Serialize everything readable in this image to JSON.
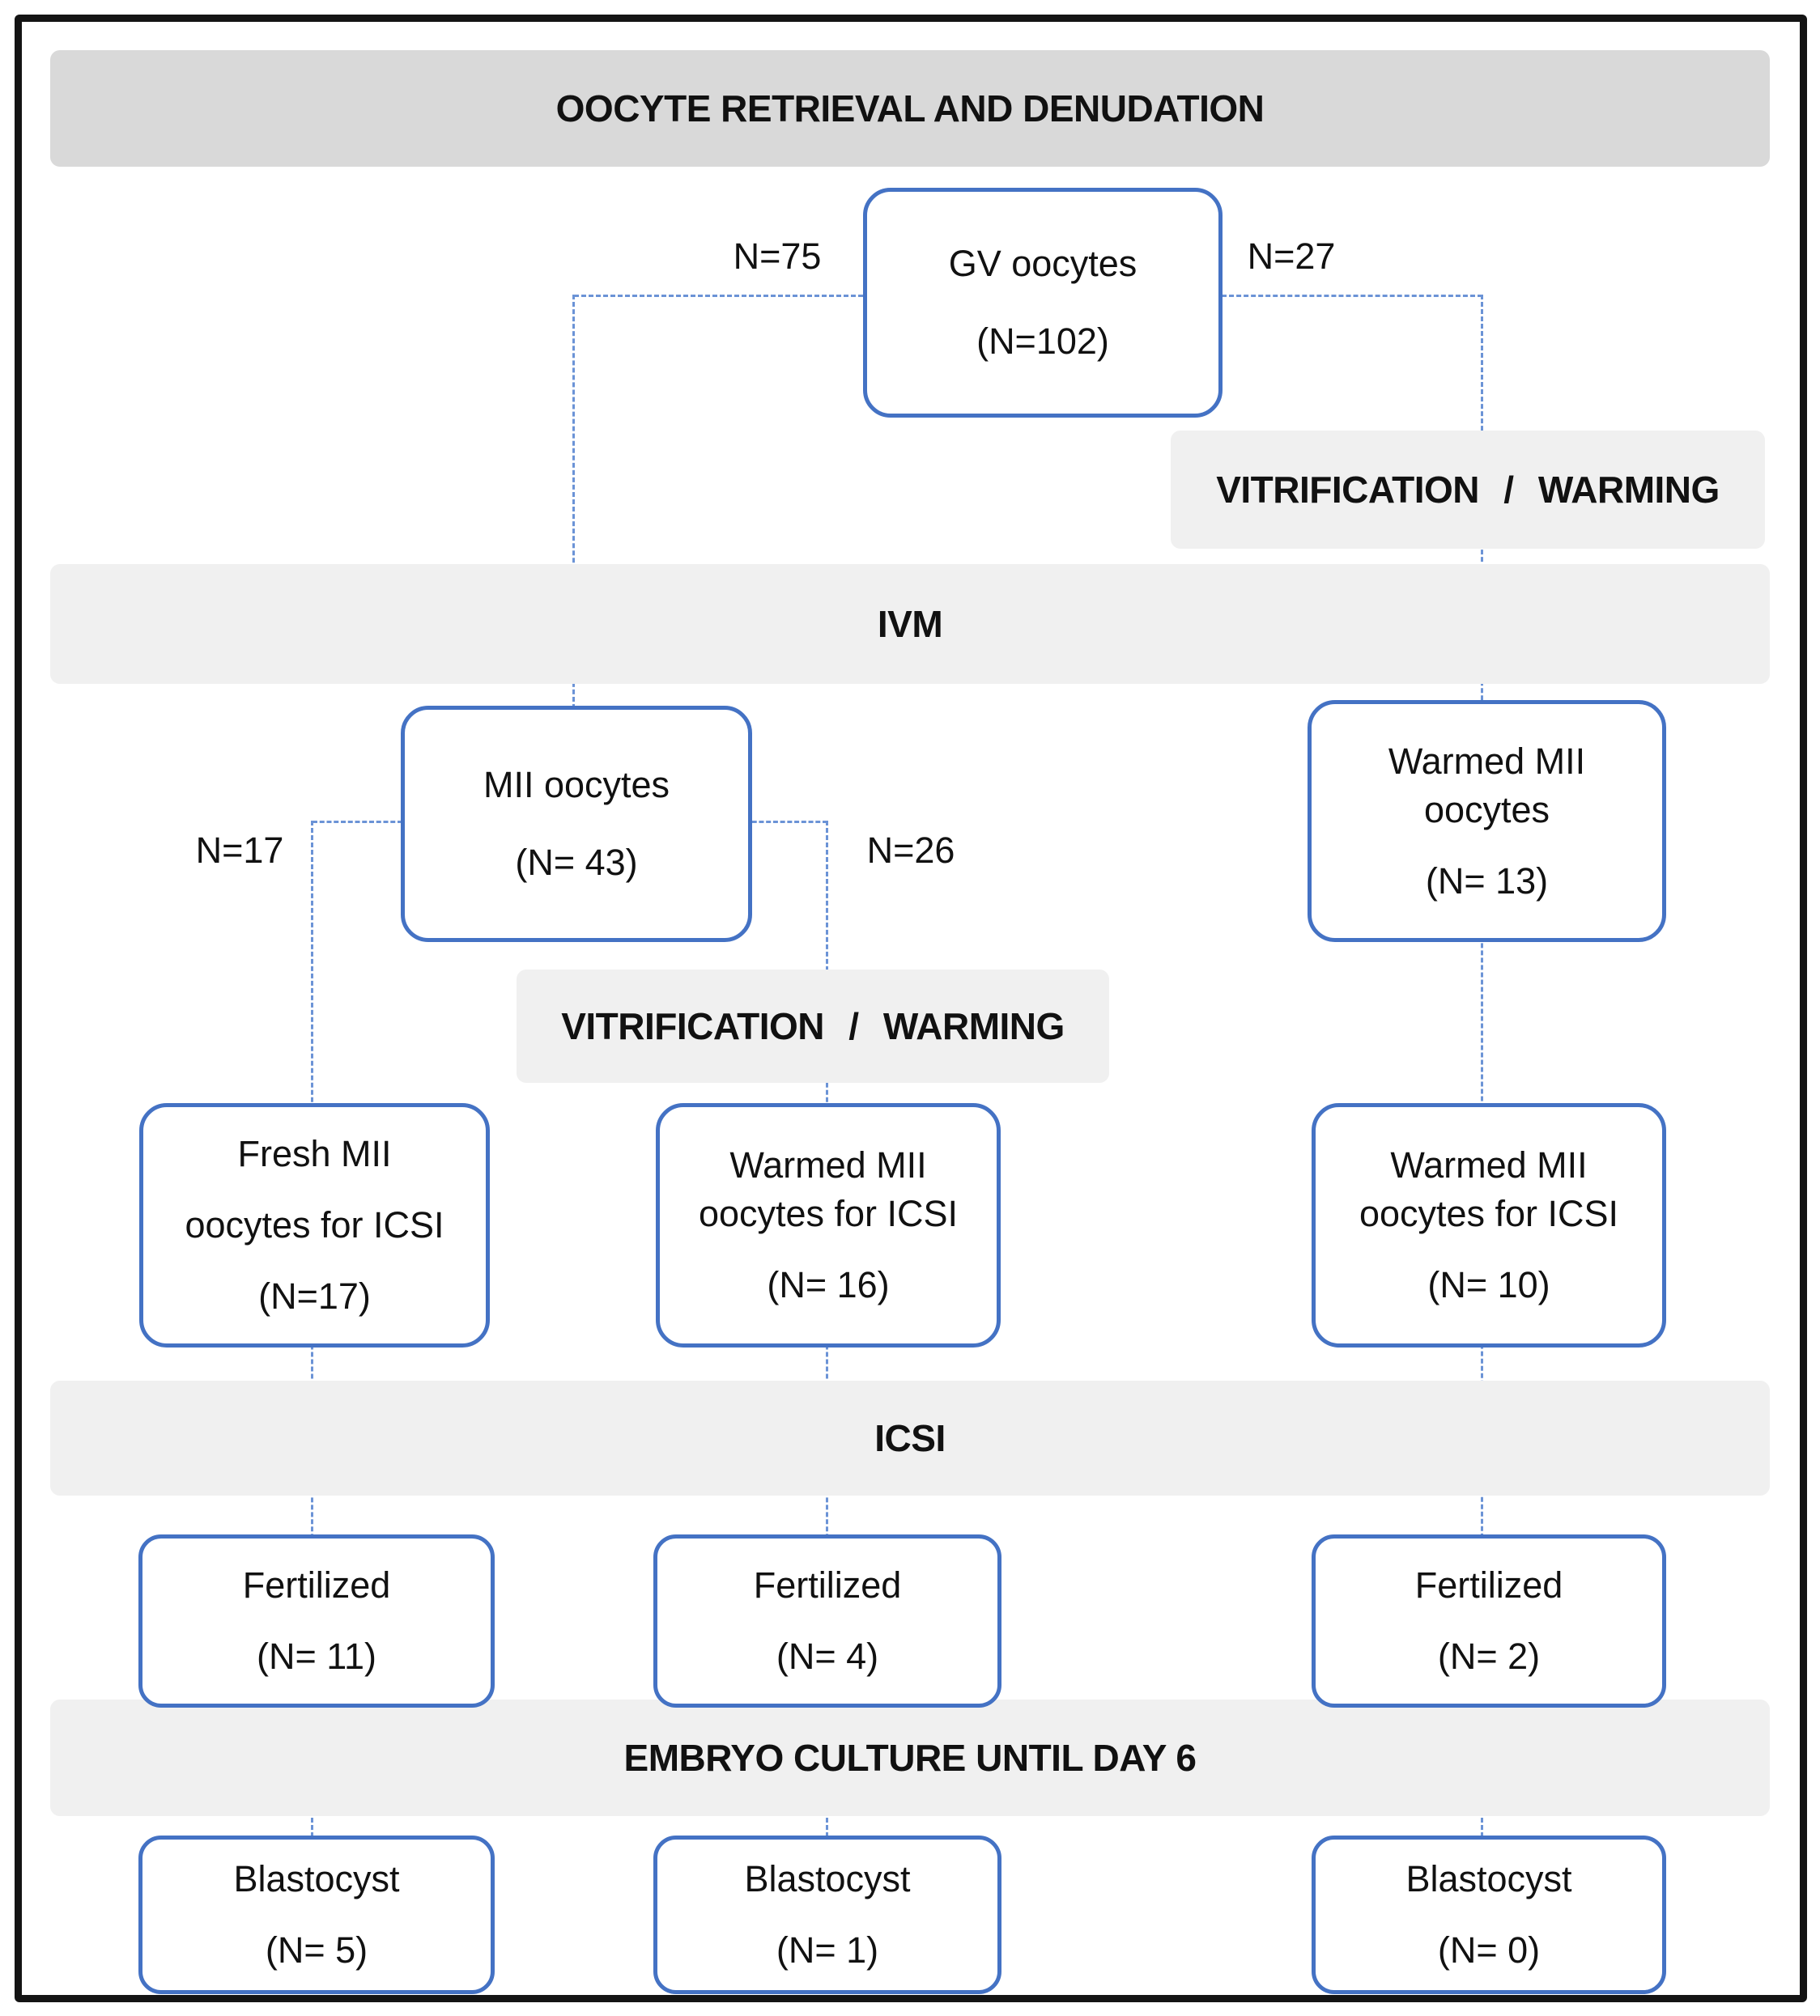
{
  "palette": {
    "frame_border": "#141414",
    "banner_dark_bg": "#d9d9d9",
    "banner_light_bg": "#f0f0f0",
    "node_border": "#4472c4",
    "connector": "#6b93d6",
    "text": "#111111"
  },
  "banners": {
    "retrieval": {
      "label": "OOCYTE RETRIEVAL AND DENUDATION"
    },
    "vitrification_right": {
      "label": "VITRIFICATION / WARMING"
    },
    "ivm": {
      "label": "IVM"
    },
    "vitrification_mid": {
      "label": "VITRIFICATION / WARMING"
    },
    "icsi": {
      "label": "ICSI"
    },
    "embryo_culture": {
      "label": "EMBRYO CULTURE UNTIL DAY 6"
    }
  },
  "edge_labels": {
    "gv_to_ivm": "N=75",
    "gv_to_vitrification": "N=27",
    "mii_fresh": "N=17",
    "mii_vitrified": "N=26"
  },
  "nodes": {
    "gv": {
      "lines": [
        "GV oocytes",
        "(N=102)"
      ]
    },
    "mii": {
      "lines": [
        "MII oocytes",
        "(N= 43)"
      ]
    },
    "warmed_mii": {
      "lines": [
        "Warmed MII",
        "oocytes",
        "(N= 13)"
      ]
    },
    "fresh_icsi": {
      "lines": [
        "Fresh MII",
        "oocytes for ICSI",
        "(N=17)"
      ]
    },
    "warmed_icsi_mid": {
      "lines": [
        "Warmed MII",
        "oocytes for ICSI",
        "(N= 16)"
      ]
    },
    "warmed_icsi_right": {
      "lines": [
        "Warmed MII",
        "oocytes for ICSI",
        "(N= 10)"
      ]
    },
    "fertilized_left": {
      "lines": [
        "Fertilized",
        "(N= 11)"
      ]
    },
    "fertilized_mid": {
      "lines": [
        "Fertilized",
        "(N= 4)"
      ]
    },
    "fertilized_right": {
      "lines": [
        "Fertilized",
        "(N= 2)"
      ]
    },
    "blastocyst_left": {
      "lines": [
        "Blastocyst",
        "(N= 5)"
      ]
    },
    "blastocyst_mid": {
      "lines": [
        "Blastocyst",
        "(N= 1)"
      ]
    },
    "blastocyst_right": {
      "lines": [
        "Blastocyst",
        "(N= 0)"
      ]
    }
  }
}
